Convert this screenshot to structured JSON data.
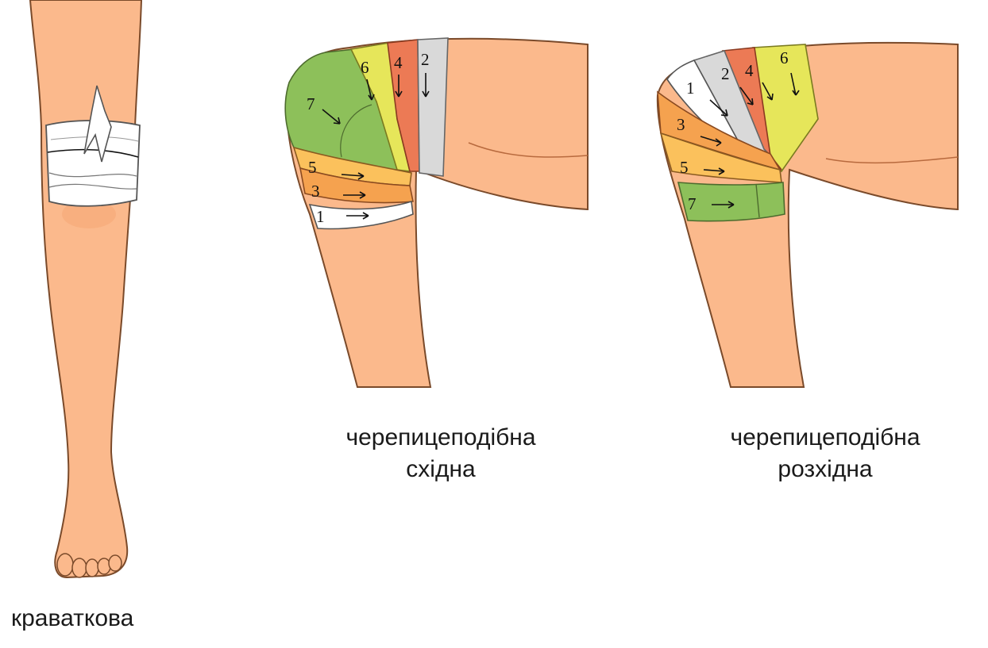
{
  "captions": {
    "cravat": "краваткова",
    "converging_line1": "черепицеподібна",
    "converging_line2": "східна",
    "diverging_line1": "черепицеподібна",
    "diverging_line2": "розхідна"
  },
  "converging": {
    "turns": [
      "1",
      "2",
      "3",
      "4",
      "5",
      "6",
      "7"
    ]
  },
  "diverging": {
    "turns": [
      "1",
      "2",
      "3",
      "4",
      "5",
      "6",
      "7"
    ]
  },
  "colors": {
    "skin": "#fbb98c",
    "skin_outline": "#7a4a2a",
    "white_bandage": "#ffffff",
    "grey_bandage": "#d9d9d9",
    "red_bandage": "#ec7a55",
    "yellow_bandage": "#e6e65a",
    "orange_bandage": "#f5a24f",
    "light_orange_bandage": "#fbc15c",
    "green_bandage": "#8dc05a"
  }
}
